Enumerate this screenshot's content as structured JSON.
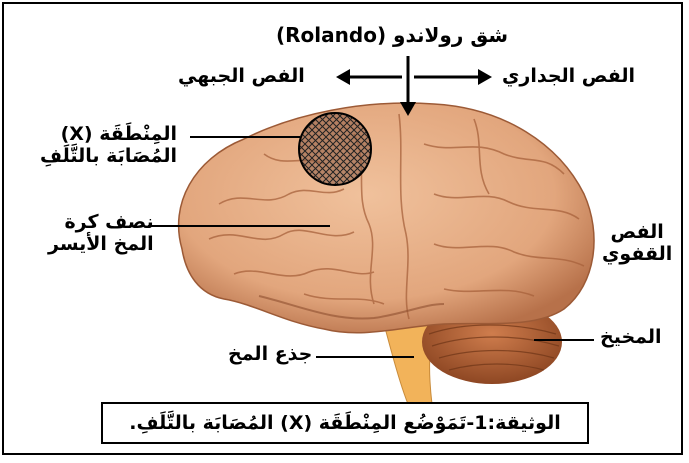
{
  "labels": {
    "rolando_sulcus": "شق رولاندو (Rolando)",
    "frontal_lobe": "الفص الجبهي",
    "parietal_lobe": "الفص الجداري",
    "area_x_line1": "المِنْطَقَة (X)",
    "area_x_line2": "المُصَابَة بالتَّلَفِ",
    "left_hemisphere_line1": "نصف كرة",
    "left_hemisphere_line2": "المخ الأيسر",
    "occipital_lobe_line1": "الفص",
    "occipital_lobe_line2": "القفوي",
    "cerebellum": "المخيخ",
    "brain_stem": "جذع المخ"
  },
  "caption": "الوثيقة:1-تَمَوْضُع المِنْطَقَة (X) المُصَابَة بالتَّلَفِ.",
  "colors": {
    "brain": "#e2a67d",
    "brain_shadow": "#b7714a",
    "cerebellum": "#b5643a",
    "brain_stem": "#f2b35a",
    "damaged_area": "#8a5a44"
  }
}
